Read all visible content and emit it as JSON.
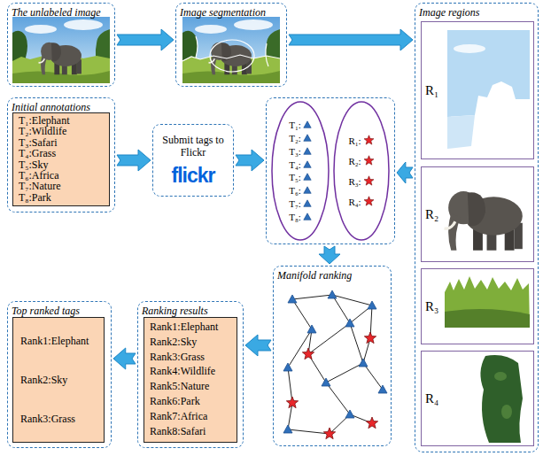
{
  "diagram": {
    "nodes": [
      {
        "text": [
          "The unlabeled image"
        ]
      },
      {
        "text": [
          "Image segmentation"
        ]
      },
      {
        "text": [
          "Image regions"
        ]
      },
      {
        "text": [
          "R₁"
        ],
        "in": 2
      },
      {
        "text": [
          "R₂"
        ],
        "in": 2
      },
      {
        "text": [
          "R₃"
        ],
        "in": 2
      },
      {
        "text": [
          "R₄"
        ],
        "in": 2
      },
      {
        "text": [
          "Initial annotations"
        ]
      },
      {
        "text": [
          "T₁:Elephant",
          "T₂:Wildlife",
          "T₃:Safari",
          "T₄:Grass",
          "T₅:Sky",
          "T₆:Africa",
          "T₇:Nature",
          "T₈:Park"
        ],
        "in": 7
      },
      {
        "text": [
          "Submit tags to Flickr",
          "flickr"
        ]
      },
      {
        "text": []
      },
      {
        "text": [
          "T₁:",
          "T₂:",
          "T₃:",
          "T₄:",
          "T₅:",
          "T₆:",
          "T₇:",
          "T₈:"
        ],
        "in": 10
      },
      {
        "text": [
          "R₁:",
          "R₂:",
          "R₃:",
          "R₄:"
        ],
        "in": 10
      },
      {
        "text": [
          "Manifold ranking"
        ]
      },
      {
        "text": [
          "Ranking results"
        ]
      },
      {
        "text": [
          "Rank1:Elephant",
          "Rank2:Sky",
          "Rank3:Grass",
          "Rank4:Wildlife",
          "Rank5:Nature",
          "Rank6:Park",
          "Rank7:Africa",
          "Rank8:Safari"
        ],
        "in": 14
      },
      {
        "text": [
          "Top ranked tags"
        ]
      },
      {
        "text": [
          "Rank1:Elephant",
          "Rank2:Sky",
          "Rank3:Grass"
        ],
        "in": 16
      }
    ],
    "edges": [
      {
        "from": 0,
        "to": 1,
        "arrow": "to"
      },
      {
        "from": 1,
        "to": 2,
        "arrow": "to"
      },
      {
        "from": 7,
        "to": 9,
        "arrow": "to"
      },
      {
        "from": 9,
        "to": 10,
        "arrow": "to"
      },
      {
        "from": 2,
        "to": 10,
        "arrow": "to"
      },
      {
        "from": 10,
        "to": 13,
        "arrow": "to"
      },
      {
        "from": 13,
        "to": 14,
        "arrow": "to"
      },
      {
        "from": 14,
        "to": 16,
        "arrow": "to"
      }
    ]
  }
}
